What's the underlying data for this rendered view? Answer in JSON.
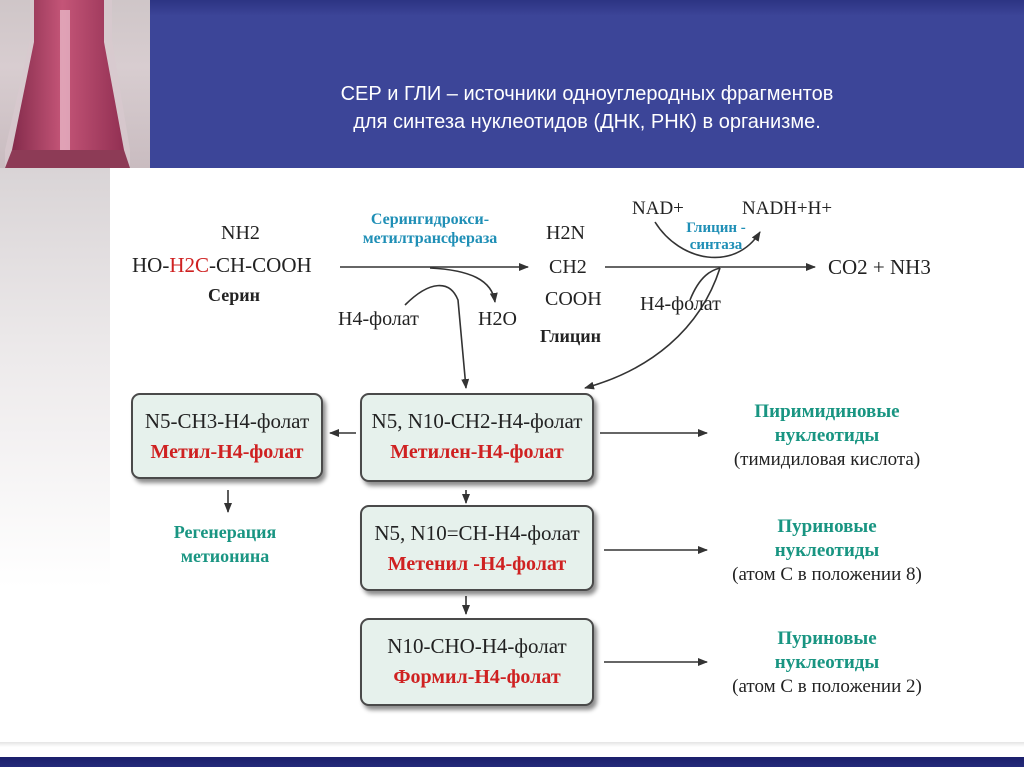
{
  "title": {
    "line1": "СЕР и ГЛИ – источники одноуглеродных фрагментов",
    "line2": "для синтеза нуклеотидов (ДНК, РНК) в организме."
  },
  "serine": {
    "nh2": "NH2",
    "formula_pre": "HO-",
    "formula_red": "H2C",
    "formula_post": "-CH-COOH",
    "label": "Серин"
  },
  "enzyme1": {
    "line1": "Серингидрокси-",
    "line2": "метилтрансфераза"
  },
  "h4folate_in": "H4-фолат",
  "water": "H2O",
  "glycine": {
    "h2n": "H2N",
    "ch2": "CH2",
    "cooh": "COOH",
    "label": "Глицин"
  },
  "nad": "NAD+",
  "nadh": "NADH+H+",
  "enzyme2": {
    "line1": "Глицин -",
    "line2": "синтаза"
  },
  "h4folate_gly": "H4-фолат",
  "products": "CO2 + NH3",
  "methyl_box": {
    "line1": "N5-CH3-H4-фолат",
    "line2": "Метил-H4-фолат"
  },
  "methylene_box": {
    "line1": "N5, N10-CH2-H4-фолат",
    "line2": "Метилен-H4-фолат"
  },
  "methenyl_box": {
    "line1": "N5, N10=CH-H4-фолат",
    "line2": "Метенил -H4-фолат"
  },
  "formyl_box": {
    "line1": "N10-CHO-H4-фолат",
    "line2": "Формил-H4-фолат"
  },
  "regeneration": {
    "line1": "Регенерация",
    "line2": "метионина"
  },
  "pyrimidine": {
    "line1": "Пиримидиновые",
    "line2": "нуклеотиды",
    "line3": "(тимидиловая кислота)"
  },
  "purine1": {
    "line1": "Пуриновые",
    "line2": "нуклеотиды",
    "line3": "(атом С в положении 8)"
  },
  "purine2": {
    "line1": "Пуриновые",
    "line2": "нуклеотиды",
    "line3": "(атом С в положении 2)"
  },
  "colors": {
    "header": "#3c4598",
    "accent_red": "#cf2121",
    "accent_pink": "#c42077",
    "teal": "#199582",
    "box_fill": "#e6f1ec"
  }
}
